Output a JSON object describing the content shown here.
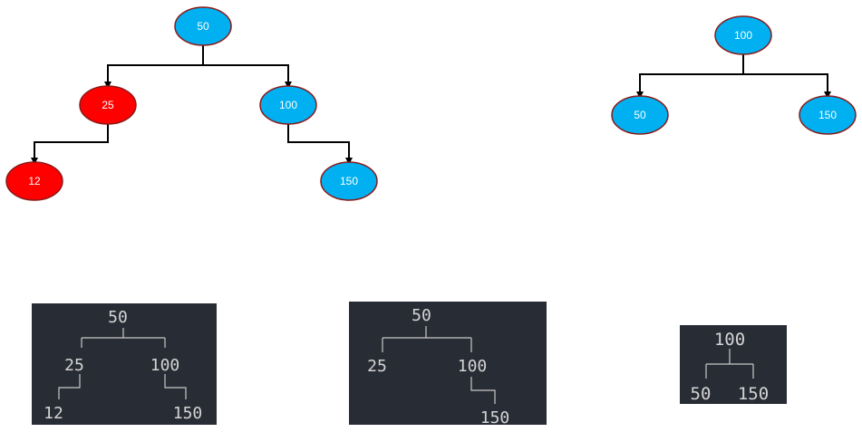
{
  "colors": {
    "black_node": "#00b0f0",
    "red_node": "#ff0000",
    "node_stroke": "#8b1a1a",
    "edge": "#000000",
    "terminal_bg": "#282c34",
    "terminal_text": "#d4d4d4",
    "terminal_line": "#c8c8c8"
  },
  "trees": [
    {
      "nodes": [
        {
          "label": "50",
          "color": "black"
        },
        {
          "label": "25",
          "color": "red"
        },
        {
          "label": "100",
          "color": "black"
        },
        {
          "label": "12",
          "color": "red"
        },
        {
          "label": "150",
          "color": "black"
        }
      ]
    },
    {
      "nodes": [
        {
          "label": "100",
          "color": "black"
        },
        {
          "label": "50",
          "color": "black"
        },
        {
          "label": "150",
          "color": "black"
        }
      ]
    }
  ],
  "terminals": [
    {
      "labels": [
        "50",
        "25",
        "100",
        "12",
        "150"
      ]
    },
    {
      "labels": [
        "50",
        "25",
        "100",
        "150"
      ]
    },
    {
      "labels": [
        "100",
        "50",
        "150"
      ]
    }
  ]
}
